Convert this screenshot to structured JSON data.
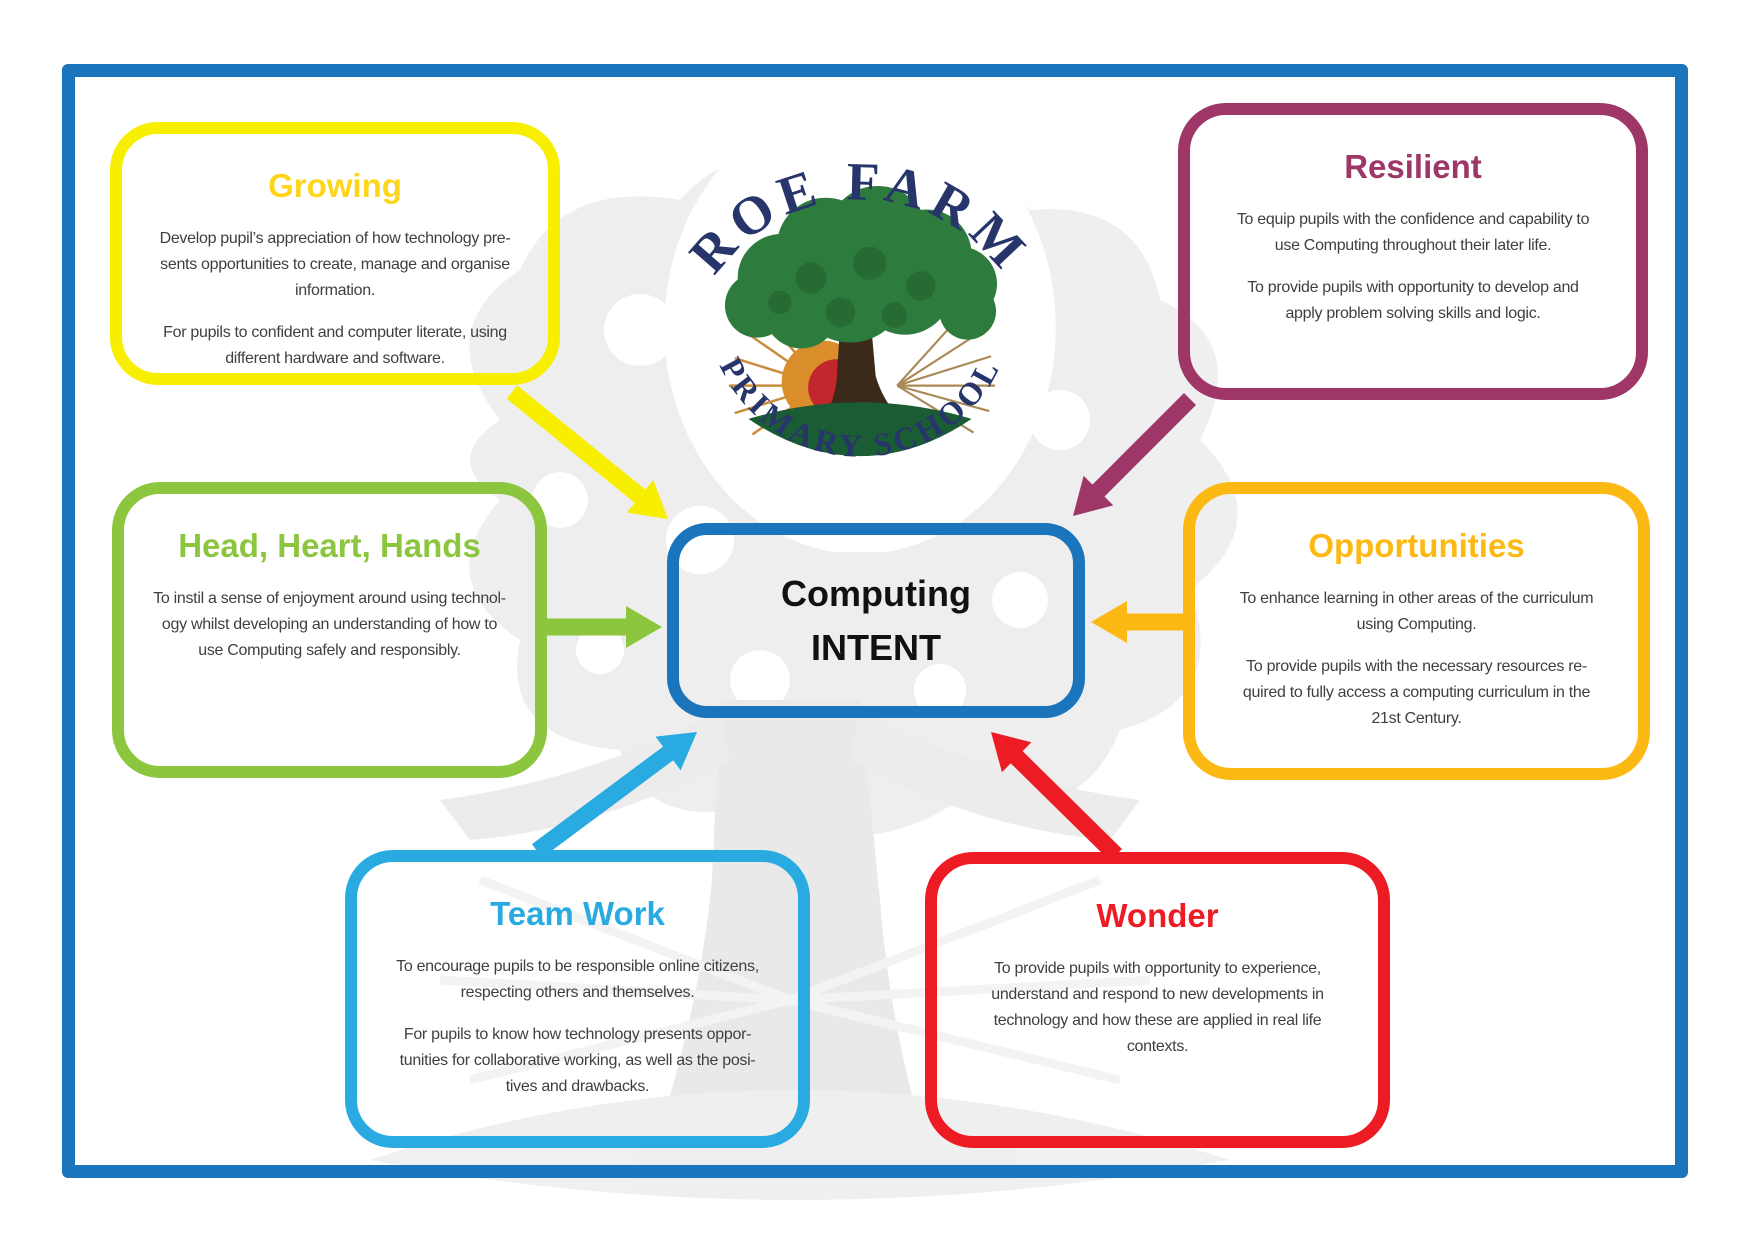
{
  "page": {
    "frame_color": "#1B75BC",
    "watermark_color": "#EAEAEA",
    "body_text_color": "#3F3F3F"
  },
  "logo": {
    "arc_top": "ROE FARM",
    "arc_bottom": "PRIMARY SCHOOL",
    "text_color": "#27356B",
    "canopy_color": "#2E7C3D",
    "trunk_color": "#3B2A1A",
    "sun_color": "#D98E2B",
    "sun_inner_color": "#C1272D",
    "ground_color": "#1A5C33"
  },
  "center": {
    "line1": "Computing",
    "line2": "INTENT",
    "border_color": "#1B75BC",
    "text_color": "#111111"
  },
  "nodes": [
    {
      "id": "growing",
      "title": "Growing",
      "color": "#F8EE00",
      "title_color": "#FFD51C",
      "paragraphs": [
        "Develop pupil’s appreciation of how technology pre-\nsents opportunities to create, manage and organise\ninformation.",
        "For pupils to confident and computer literate, using\ndifferent hardware and software."
      ]
    },
    {
      "id": "resilient",
      "title": "Resilient",
      "color": "#9E3768",
      "title_color": "#9E3768",
      "paragraphs": [
        "To equip pupils with the confidence and capability to\nuse Computing throughout their later life.",
        "To provide pupils with opportunity to develop and\napply problem solving skills and logic."
      ]
    },
    {
      "id": "hhh",
      "title": "Head, Heart, Hands",
      "color": "#8CC63E",
      "title_color": "#8CC63E",
      "paragraphs": [
        "To instil a sense of enjoyment around using technol-\nogy  whilst developing an understanding of how to\nuse Computing safely and responsibly.",
        ""
      ]
    },
    {
      "id": "opportunities",
      "title": "Opportunities",
      "color": "#FDB913",
      "title_color": "#FDB913",
      "paragraphs": [
        "To enhance learning in other areas of the curriculum\nusing Computing.",
        "To provide pupils with the necessary resources re-\nquired to fully access a computing curriculum in the\n21st Century."
      ]
    },
    {
      "id": "teamwork",
      "title": "Team Work",
      "color": "#29ABE2",
      "title_color": "#29ABE2",
      "paragraphs": [
        "To encourage pupils to be responsible online citizens,\nrespecting others and themselves.",
        "For pupils to know how technology presents oppor-\ntunities for collaborative working, as well as the posi-\ntives and drawbacks."
      ]
    },
    {
      "id": "wonder",
      "title": "Wonder",
      "color": "#ED1C24",
      "title_color": "#ED1C24",
      "paragraphs": [
        "To provide pupils with opportunity to experience,\nunderstand and respond to new developments in\ntechnology and how these are applied in real life\ncontexts.",
        ""
      ]
    }
  ],
  "arrows": [
    {
      "from": "growing",
      "to": "center"
    },
    {
      "from": "resilient",
      "to": "center"
    },
    {
      "from": "hhh",
      "to": "center"
    },
    {
      "from": "opportunities",
      "to": "center"
    },
    {
      "from": "teamwork",
      "to": "center"
    },
    {
      "from": "wonder",
      "to": "center"
    }
  ]
}
